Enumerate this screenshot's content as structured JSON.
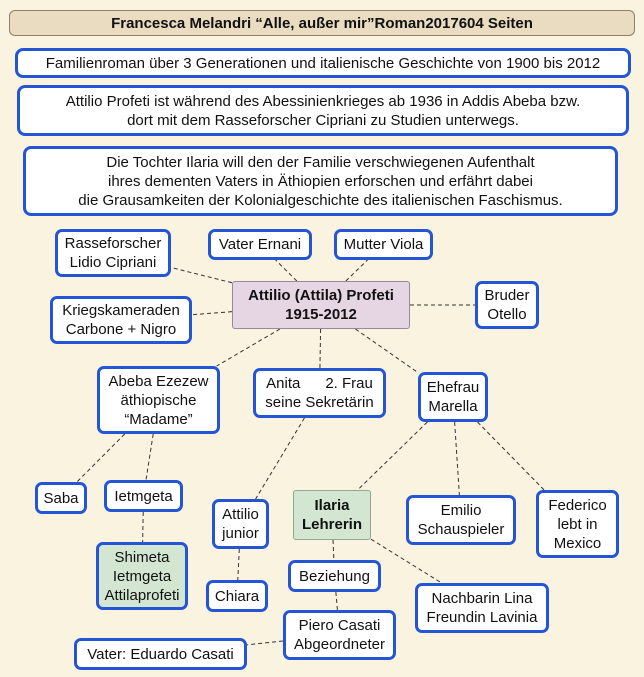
{
  "header": {
    "author_title": "Francesca Melandri “Alle, außer mir”",
    "genre": "Roman",
    "year": "2017",
    "pages": "604 Seiten"
  },
  "info_boxes": [
    {
      "id": "summary",
      "lines": [
        "Familienroman über 3 Generationen und italienische Geschichte von 1900 bis 2012"
      ]
    },
    {
      "id": "attilio-context",
      "lines": [
        "Attilio Profeti ist während des Abessinienkrieges ab 1936  in Addis Abeba bzw.",
        "dort mit dem Rasseforscher Cipriani zu Studien unterwegs."
      ]
    },
    {
      "id": "ilaria-context",
      "lines": [
        "Die Tochter Ilaria will den der Familie verschwiegenen Aufenthalt",
        "ihres dementen Vaters in Äthiopien erforschen und erfährt dabei",
        "die Grausamkeiten der Kolonialgeschichte des italienischen Faschismus."
      ]
    }
  ],
  "nodes": [
    {
      "id": "attilio",
      "style": "center",
      "lines": [
        "Attilio (Attila) Profeti",
        "1915-2012"
      ]
    },
    {
      "id": "cipriani",
      "style": "plain",
      "lines": [
        "Rasseforscher",
        "Lidio Cipriani"
      ]
    },
    {
      "id": "ernani",
      "style": "plain",
      "lines": [
        "Vater Ernani"
      ]
    },
    {
      "id": "viola",
      "style": "plain",
      "lines": [
        "Mutter Viola"
      ]
    },
    {
      "id": "kameraden",
      "style": "plain",
      "lines": [
        "Kriegskameraden",
        "Carbone +  Nigro"
      ]
    },
    {
      "id": "otello",
      "style": "plain",
      "lines": [
        "Bruder",
        "Otello"
      ]
    },
    {
      "id": "abeba",
      "style": "plain",
      "lines": [
        "Abeba Ezezew",
        "äthiopische",
        "“Madame”"
      ]
    },
    {
      "id": "anita",
      "style": "plain",
      "lines": [
        "Anita      2. Frau",
        "seine Sekretärin"
      ]
    },
    {
      "id": "marella",
      "style": "plain",
      "lines": [
        "Ehefrau",
        "Marella"
      ]
    },
    {
      "id": "saba",
      "style": "plain",
      "lines": [
        "Saba"
      ]
    },
    {
      "id": "ietmgeta",
      "style": "plain",
      "lines": [
        "Ietmgeta"
      ]
    },
    {
      "id": "shimeta",
      "style": "green",
      "lines": [
        "Shimeta",
        "Ietmgeta",
        "Attilaprofeti"
      ]
    },
    {
      "id": "attilio-junior",
      "style": "plain",
      "lines": [
        "Attilio",
        "junior"
      ]
    },
    {
      "id": "chiara",
      "style": "plain",
      "lines": [
        "Chiara"
      ]
    },
    {
      "id": "ilaria",
      "style": "green-bold",
      "lines": [
        "Ilaria",
        "Lehrerin"
      ]
    },
    {
      "id": "beziehung",
      "style": "plain",
      "lines": [
        "Beziehung"
      ]
    },
    {
      "id": "piero",
      "style": "plain",
      "lines": [
        "Piero Casati",
        "Abgeordneter"
      ]
    },
    {
      "id": "eduardo",
      "style": "plain",
      "lines": [
        "Vater: Eduardo Casati"
      ]
    },
    {
      "id": "lina",
      "style": "plain",
      "lines": [
        "Nachbarin Lina",
        "Freundin Lavinia"
      ]
    },
    {
      "id": "emilio",
      "style": "plain",
      "lines": [
        "Emilio",
        "Schauspieler"
      ]
    },
    {
      "id": "federico",
      "style": "plain",
      "lines": [
        "Federico",
        "lebt in",
        "Mexico"
      ]
    }
  ],
  "edges": [
    [
      "attilio",
      "cipriani"
    ],
    [
      "attilio",
      "ernani"
    ],
    [
      "attilio",
      "viola"
    ],
    [
      "attilio",
      "kameraden"
    ],
    [
      "attilio",
      "otello"
    ],
    [
      "attilio",
      "abeba"
    ],
    [
      "attilio",
      "anita"
    ],
    [
      "attilio",
      "marella"
    ],
    [
      "abeba",
      "saba"
    ],
    [
      "abeba",
      "ietmgeta"
    ],
    [
      "ietmgeta",
      "shimeta"
    ],
    [
      "anita",
      "attilio-junior"
    ],
    [
      "attilio-junior",
      "chiara"
    ],
    [
      "marella",
      "ilaria"
    ],
    [
      "marella",
      "emilio"
    ],
    [
      "marella",
      "federico"
    ],
    [
      "ilaria",
      "beziehung"
    ],
    [
      "ilaria",
      "lina"
    ],
    [
      "beziehung",
      "piero"
    ],
    [
      "piero",
      "eduardo"
    ]
  ]
}
